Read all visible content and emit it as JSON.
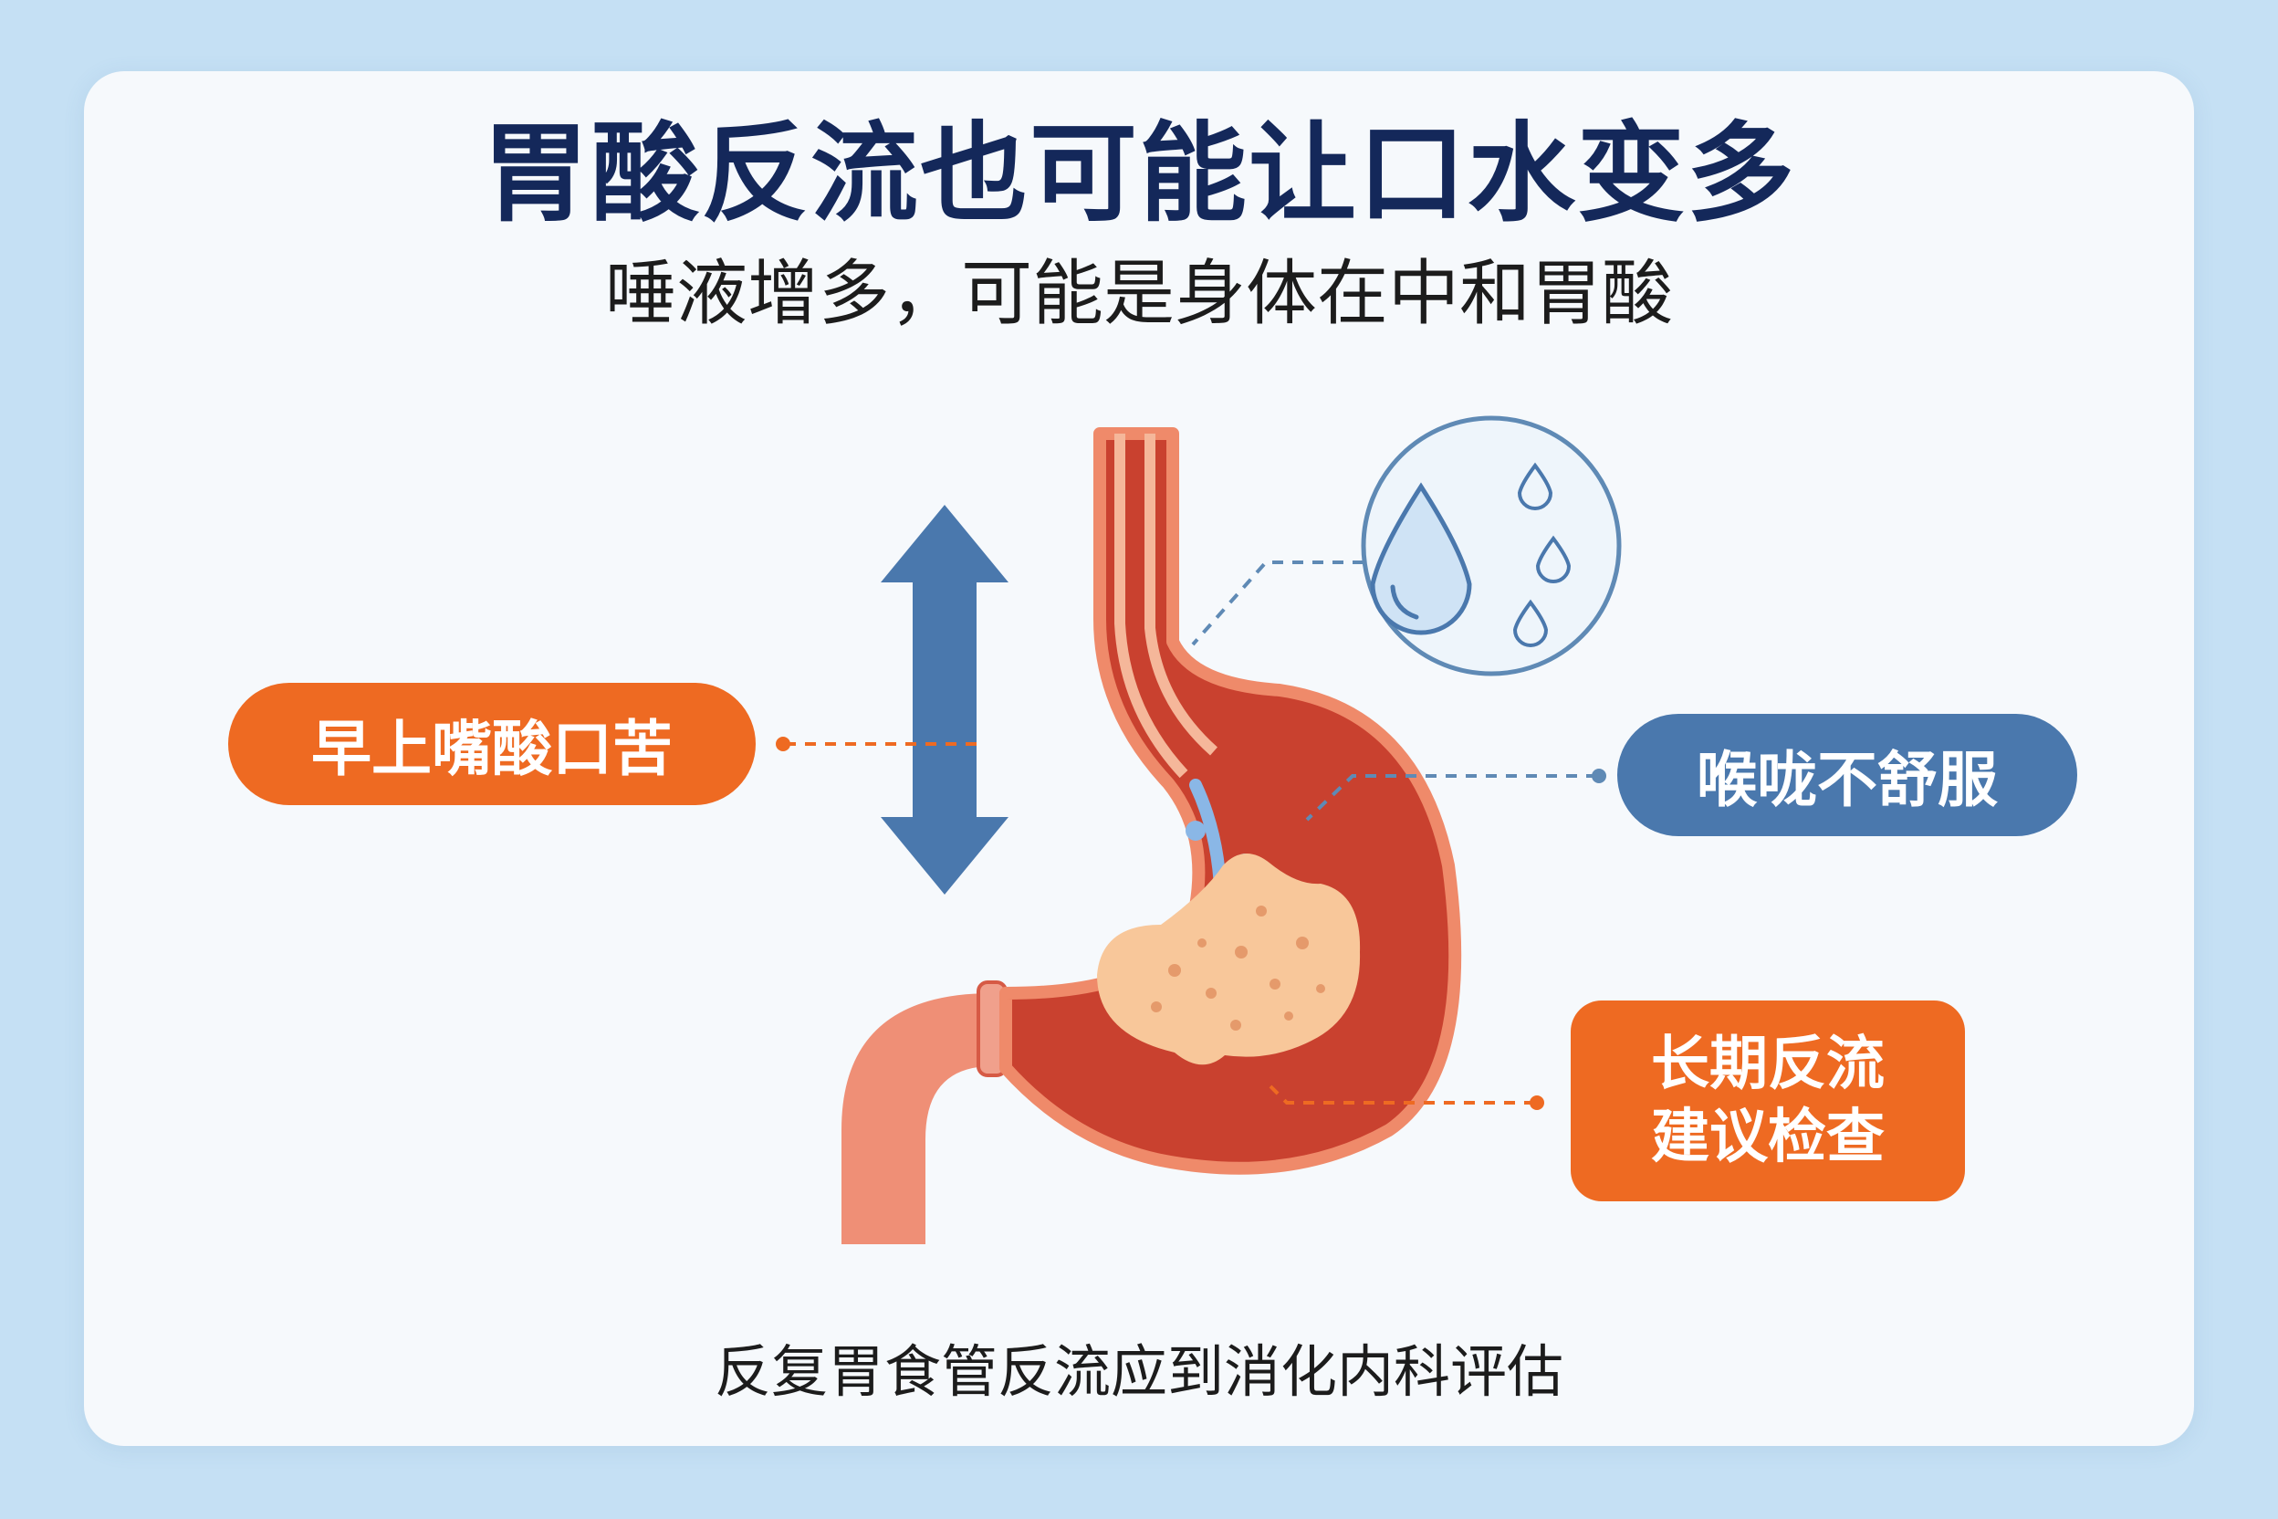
{
  "title": "胃酸反流也可能让口水变多",
  "subtitle": "唾液增多，可能是身体在中和胃酸",
  "labels": {
    "morning_bitter": "早上嘴酸口苦",
    "throat_discomfort": "喉咙不舒服",
    "long_term_line1": "长期反流",
    "long_term_line2": "建议检查"
  },
  "footer": "反复胃食管反流应到消化内科评估",
  "icons": {
    "saliva": "water-drops-icon",
    "direction": "up-down-arrow-icon",
    "organ": "stomach-illustration"
  },
  "colors": {
    "background": "#c5e0f4",
    "card": "#f6f9fc",
    "title": "#14285a",
    "orange": "#ee6a22",
    "blue": "#4a78ad",
    "stomach": "#c9412f",
    "stomach_outline": "#ef8a6a",
    "food": "#f8c79a",
    "duodenum": "#ef8f76",
    "drop": "#8ab7e6"
  }
}
